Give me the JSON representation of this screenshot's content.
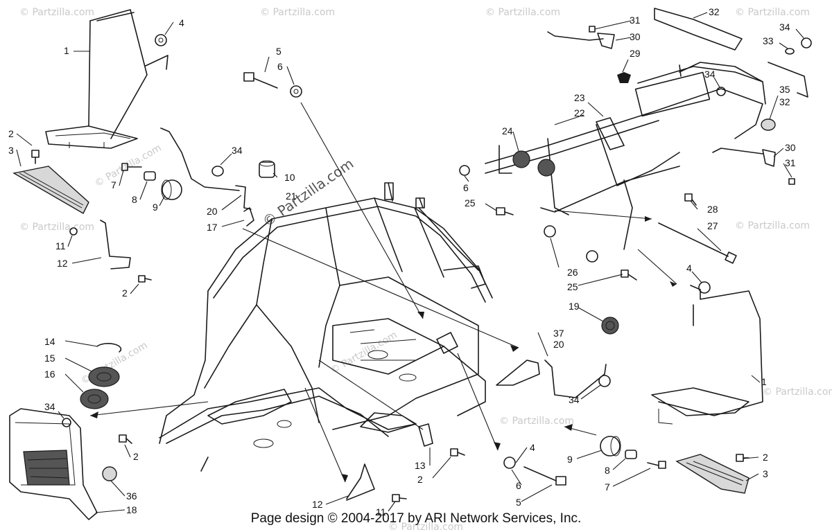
{
  "footer": "Page design © 2004-2017 by ARI Network Services, Inc.",
  "watermark": {
    "small": "© Partzilla.com",
    "center": "© Partzilla.com"
  },
  "callouts": [
    {
      "id": "c1a",
      "text": "1"
    },
    {
      "id": "c4a",
      "text": "4"
    },
    {
      "id": "c2a",
      "text": "2"
    },
    {
      "id": "c3a",
      "text": "3"
    },
    {
      "id": "c7a",
      "text": "7"
    },
    {
      "id": "c8a",
      "text": "8"
    },
    {
      "id": "c9a",
      "text": "9"
    },
    {
      "id": "c11a",
      "text": "11"
    },
    {
      "id": "c12a",
      "text": "12"
    },
    {
      "id": "c2b",
      "text": "2"
    },
    {
      "id": "c5a",
      "text": "5"
    },
    {
      "id": "c6a",
      "text": "6"
    },
    {
      "id": "c34a",
      "text": "34"
    },
    {
      "id": "c10",
      "text": "10"
    },
    {
      "id": "c21",
      "text": "21"
    },
    {
      "id": "c20a",
      "text": "20"
    },
    {
      "id": "c17",
      "text": "17"
    },
    {
      "id": "c14",
      "text": "14"
    },
    {
      "id": "c15",
      "text": "15"
    },
    {
      "id": "c16",
      "text": "16"
    },
    {
      "id": "c34b",
      "text": "34"
    },
    {
      "id": "c2c",
      "text": "2"
    },
    {
      "id": "c36",
      "text": "36"
    },
    {
      "id": "c18",
      "text": "18"
    },
    {
      "id": "c12b",
      "text": "12"
    },
    {
      "id": "c11b",
      "text": "11"
    },
    {
      "id": "c13",
      "text": "13"
    },
    {
      "id": "c2d",
      "text": "2"
    },
    {
      "id": "c6b",
      "text": "6"
    },
    {
      "id": "c5b",
      "text": "5"
    },
    {
      "id": "c31a",
      "text": "31"
    },
    {
      "id": "c30a",
      "text": "30"
    },
    {
      "id": "c29",
      "text": "29"
    },
    {
      "id": "c32a",
      "text": "32"
    },
    {
      "id": "c34c",
      "text": "34"
    },
    {
      "id": "c33",
      "text": "33"
    },
    {
      "id": "c34d",
      "text": "34"
    },
    {
      "id": "c35",
      "text": "35"
    },
    {
      "id": "c32b",
      "text": "32"
    },
    {
      "id": "c23",
      "text": "23"
    },
    {
      "id": "c22",
      "text": "22"
    },
    {
      "id": "c24",
      "text": "24"
    },
    {
      "id": "c6c",
      "text": "6"
    },
    {
      "id": "c25a",
      "text": "25"
    },
    {
      "id": "c30b",
      "text": "30"
    },
    {
      "id": "c31b",
      "text": "31"
    },
    {
      "id": "c28",
      "text": "28"
    },
    {
      "id": "c27",
      "text": "27"
    },
    {
      "id": "c26",
      "text": "26"
    },
    {
      "id": "c25b",
      "text": "25"
    },
    {
      "id": "c4b",
      "text": "4"
    },
    {
      "id": "c19",
      "text": "19"
    },
    {
      "id": "c37",
      "text": "37"
    },
    {
      "id": "c20b",
      "text": "20"
    },
    {
      "id": "c34e",
      "text": "34"
    },
    {
      "id": "c1b",
      "text": "1"
    },
    {
      "id": "c4c",
      "text": "4"
    },
    {
      "id": "c9b",
      "text": "9"
    },
    {
      "id": "c8b",
      "text": "8"
    },
    {
      "id": "c7b",
      "text": "7"
    },
    {
      "id": "c2e",
      "text": "2"
    },
    {
      "id": "c3b",
      "text": "3"
    }
  ]
}
